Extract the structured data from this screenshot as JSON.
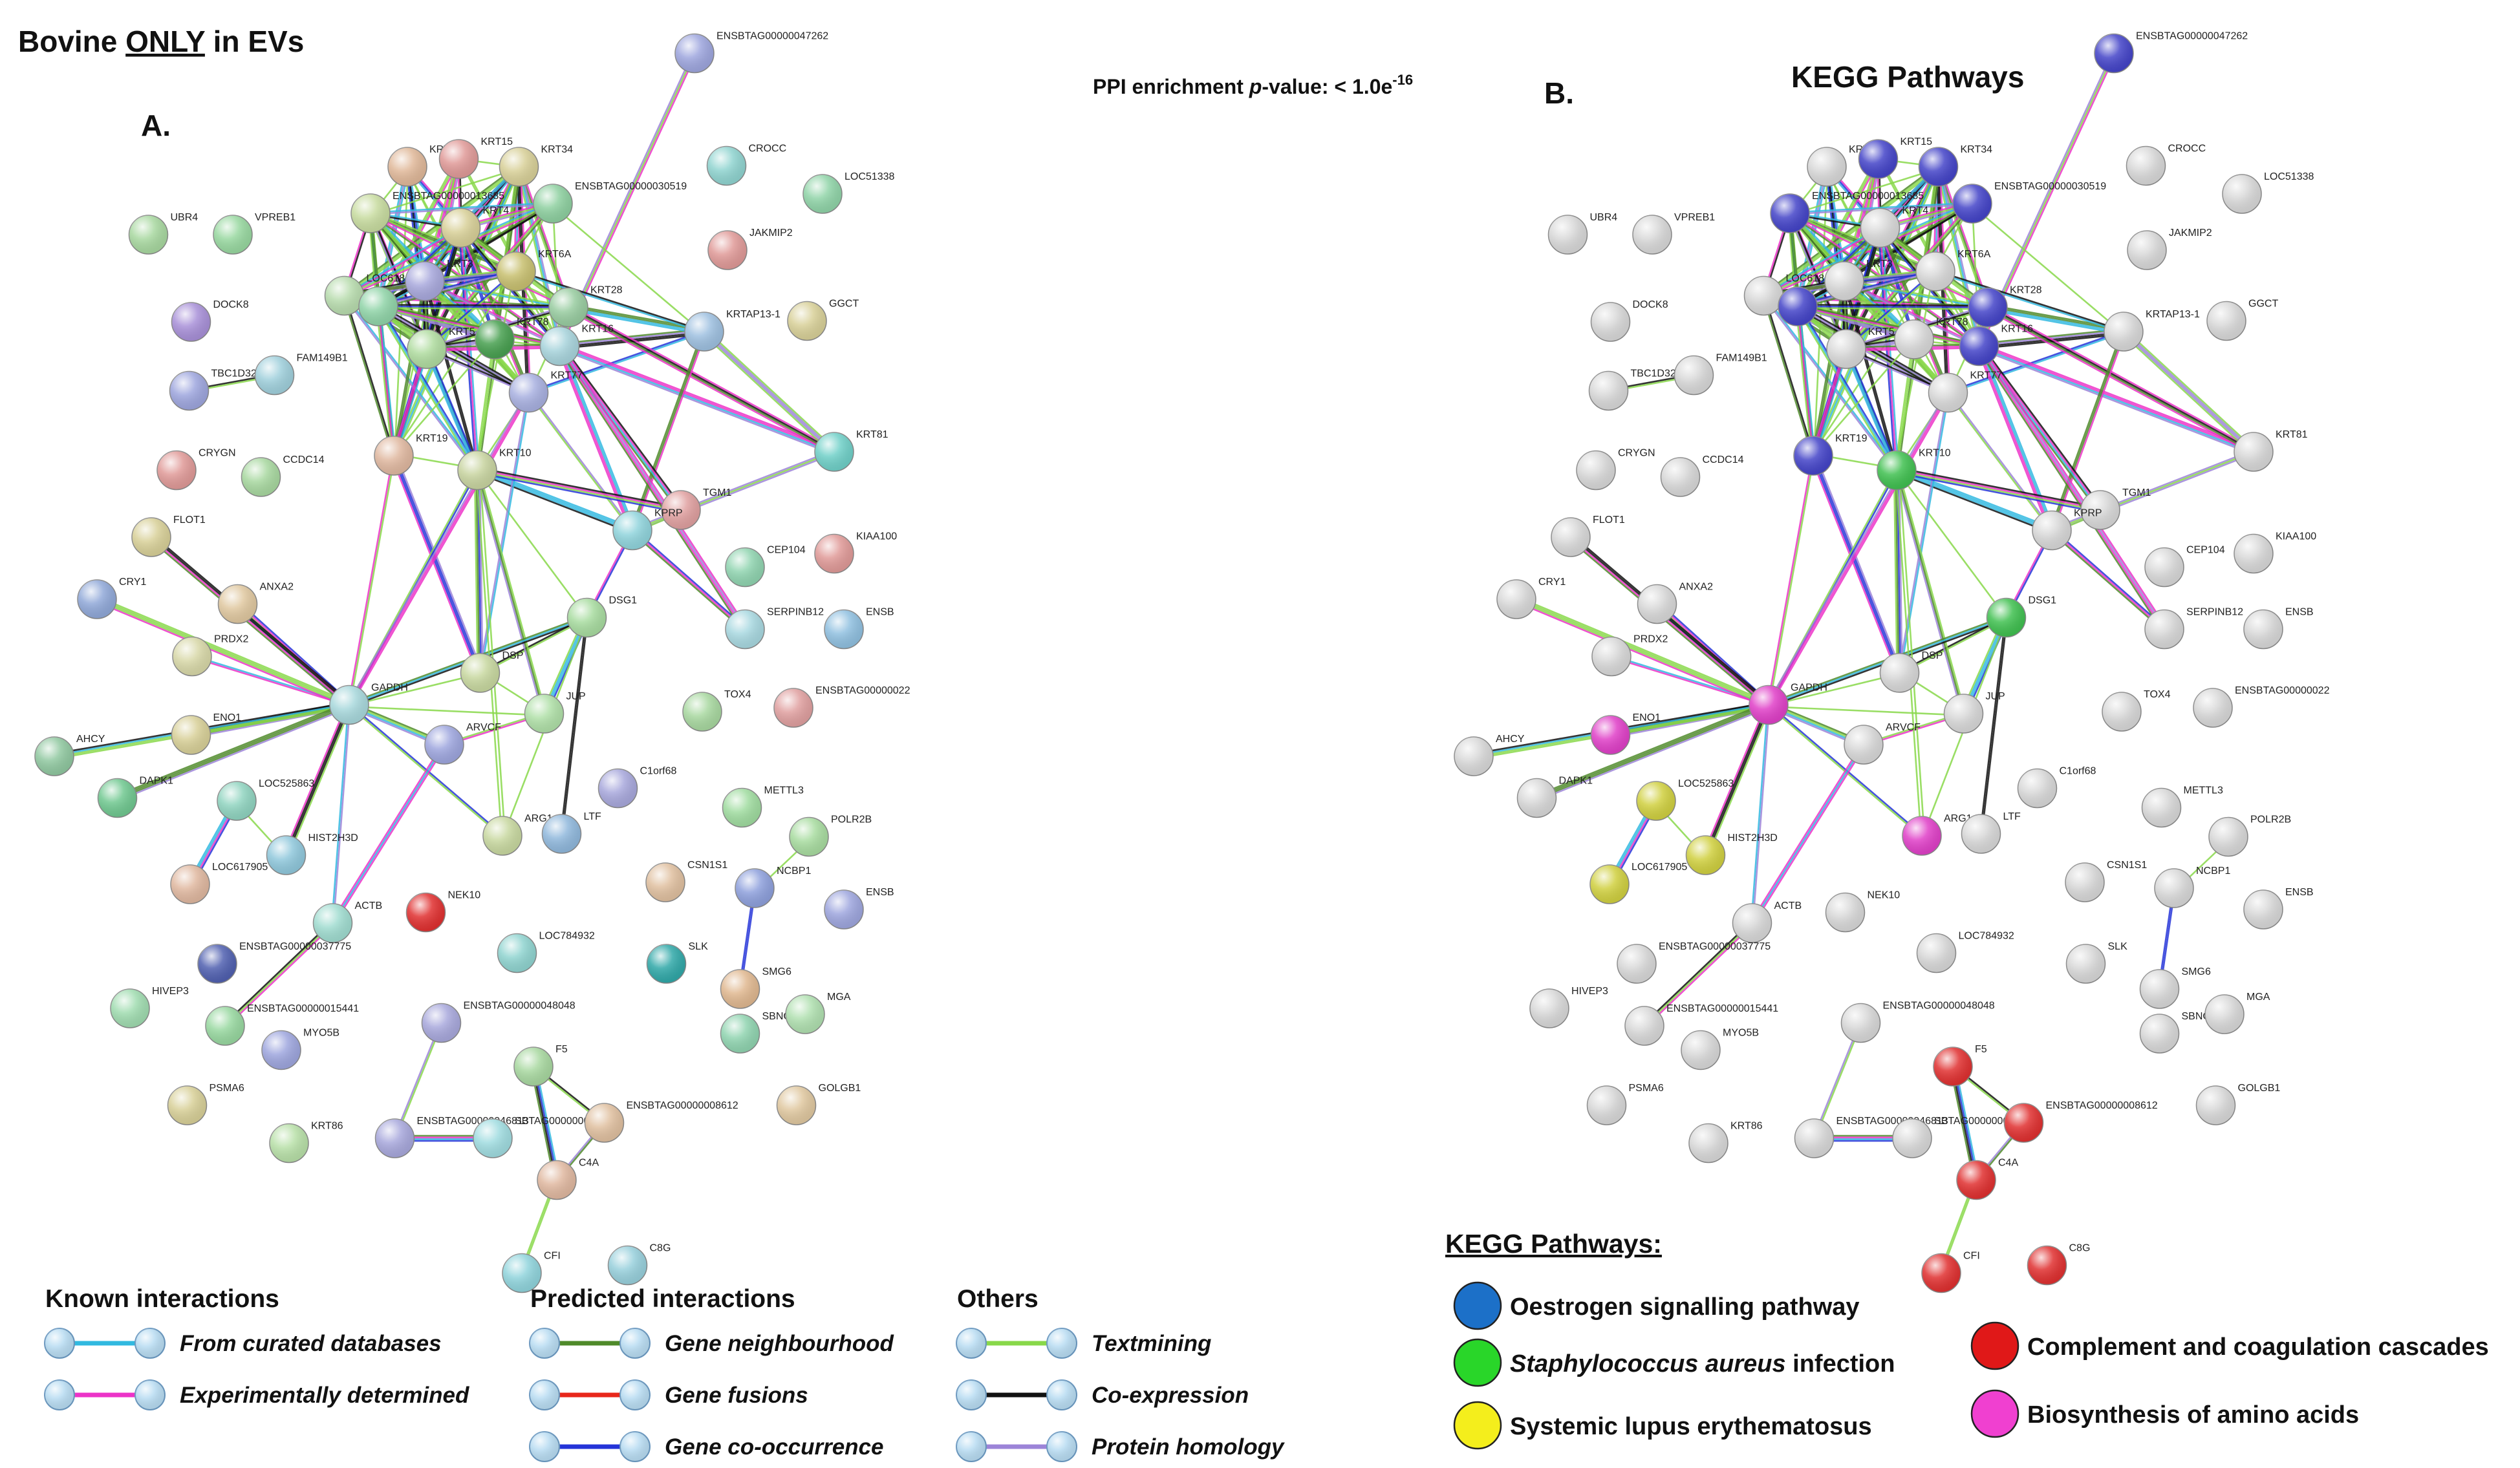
{
  "figure": {
    "main_title": {
      "pre": "Bovine ",
      "underlined": "ONLY",
      "post": " in EVs"
    },
    "panel_a": "A.",
    "panel_b": "B.",
    "ppi": {
      "pre": "PPI enrichment ",
      "italic": "p",
      "mid": "-value: < 1.0e",
      "sup": "-16"
    },
    "kegg_title": "KEGG Pathways"
  },
  "nodes": [
    {
      "id": "ENSBTAG00000047262",
      "label": "ENSBTAG00000047262",
      "a": "#9ea6de",
      "b": "#4444c8"
    },
    {
      "id": "KRT20",
      "label": "KRT20",
      "a": "#e0b899",
      "b": "#d8d8d8"
    },
    {
      "id": "KRT15",
      "label": "KRT15",
      "a": "#e09a98",
      "b": "#4444c8"
    },
    {
      "id": "KRT34",
      "label": "KRT34",
      "a": "#d8d098",
      "b": "#4444c8"
    },
    {
      "id": "ENSBTAG00000013685",
      "label": "ENSBTAG00000013685",
      "a": "#c8dca0",
      "b": "#4444c8"
    },
    {
      "id": "ENSBTAG00000030519",
      "label": "ENSBTAG00000030519",
      "a": "#8ed0a0",
      "b": "#4444c8"
    },
    {
      "id": "KRT4",
      "label": "KRT4",
      "a": "#d8d098",
      "b": "#d8d8d8"
    },
    {
      "id": "LOC618455",
      "label": "LOC618455",
      "a": "#b8dcae",
      "b": "#d8d8d8"
    },
    {
      "id": "KRT3",
      "label": "KRT3",
      "a": "#a8a8dc",
      "b": "#d8d8d8"
    },
    {
      "id": "KRT6A",
      "label": "KRT6A",
      "a": "#c8c070",
      "b": "#d8d8d8"
    },
    {
      "id": "LOCX",
      "label": "",
      "a": "#90d4a8",
      "b": "#4444c8"
    },
    {
      "id": "KRT28",
      "label": "KRT28",
      "a": "#98cca0",
      "b": "#4444c8"
    },
    {
      "id": "KRT78",
      "label": "KRT78",
      "a": "#48a050",
      "b": "#d8d8d8"
    },
    {
      "id": "KRT5",
      "label": "KRT5",
      "a": "#b0dca0",
      "b": "#d8d8d8"
    },
    {
      "id": "KRT16",
      "label": "KRT16",
      "a": "#a8d4dc",
      "b": "#4444c8"
    },
    {
      "id": "KRT77",
      "label": "KRT77",
      "a": "#a8b0e0",
      "b": "#d8d8d8"
    },
    {
      "id": "KRT19",
      "label": "KRT19",
      "a": "#e0b8a0",
      "b": "#4444c8"
    },
    {
      "id": "KRT10",
      "label": "KRT10",
      "a": "#c8d4a0",
      "b": "#40c050"
    },
    {
      "id": "KRTAP13-1",
      "label": "KRTAP13-1",
      "a": "#9ec0e0",
      "b": "#d8d8d8"
    },
    {
      "id": "CROCC",
      "label": "CROCC",
      "a": "#90d4d0",
      "b": "#d8d8d8"
    },
    {
      "id": "LOC51338",
      "label": "LOC51338",
      "a": "#90d4a8",
      "b": "#d8d8d8"
    },
    {
      "id": "JAKMIP2",
      "label": "JAKMIP2",
      "a": "#e09a98",
      "b": "#d8d8d8"
    },
    {
      "id": "GGCT",
      "label": "GGCT",
      "a": "#d8d098",
      "b": "#d8d8d8"
    },
    {
      "id": "UBR4",
      "label": "UBR4",
      "a": "#a8d8a0",
      "b": "#d8d8d8"
    },
    {
      "id": "VPREB1",
      "label": "VPREB1",
      "a": "#98d8a0",
      "b": "#d8d8d8"
    },
    {
      "id": "DOCK8",
      "label": "DOCK8",
      "a": "#a890d8",
      "b": "#d8d8d8"
    },
    {
      "id": "TBC1D32",
      "label": "TBC1D32",
      "a": "#9ea6de",
      "b": "#d8d8d8"
    },
    {
      "id": "FAM149B1",
      "label": "FAM149B1",
      "a": "#a0d0dc",
      "b": "#d8d8d8"
    },
    {
      "id": "CRYGN",
      "label": "CRYGN",
      "a": "#e09a98",
      "b": "#d8d8d8"
    },
    {
      "id": "CCDC14",
      "label": "CCDC14",
      "a": "#a8d8a0",
      "b": "#d8d8d8"
    },
    {
      "id": "KRT81",
      "label": "KRT81",
      "a": "#70d0c8",
      "b": "#d8d8d8"
    },
    {
      "id": "TGM1",
      "label": "TGM1",
      "a": "#e0a0a0",
      "b": "#d8d8d8"
    },
    {
      "id": "KPRP",
      "label": "KPRP",
      "a": "#90d4dc",
      "b": "#d8d8d8"
    },
    {
      "id": "FLOT1",
      "label": "FLOT1",
      "a": "#d8d098",
      "b": "#d8d8d8"
    },
    {
      "id": "CEP104",
      "label": "CEP104",
      "a": "#90d4b0",
      "b": "#d8d8d8"
    },
    {
      "id": "KIAA100",
      "label": "KIAA100",
      "a": "#e09a98",
      "b": "#d8d8d8"
    },
    {
      "id": "CRY1",
      "label": "CRY1",
      "a": "#90a8d8",
      "b": "#d8d8d8"
    },
    {
      "id": "ANXA2",
      "label": "ANXA2",
      "a": "#e0c8a0",
      "b": "#d8d8d8"
    },
    {
      "id": "DSG1",
      "label": "DSG1",
      "a": "#a8dca0",
      "b": "#40c050"
    },
    {
      "id": "SERPINB12",
      "label": "SERPINB12",
      "a": "#a8d8e0",
      "b": "#d8d8d8"
    },
    {
      "id": "ENSB_1",
      "label": "ENSB",
      "a": "#90c0e0",
      "b": "#d8d8d8"
    },
    {
      "id": "PRDX2",
      "label": "PRDX2",
      "a": "#d8d8a8",
      "b": "#d8d8d8"
    },
    {
      "id": "DSP",
      "label": "DSP",
      "a": "#c8d8a0",
      "b": "#d8d8d8"
    },
    {
      "id": "GAPDH",
      "label": "GAPDH",
      "a": "#a8d8dc",
      "b": "#e040c8"
    },
    {
      "id": "JUP",
      "label": "JUP",
      "a": "#b0e0a8",
      "b": "#d8d8d8"
    },
    {
      "id": "ENO1",
      "label": "ENO1",
      "a": "#d8d098",
      "b": "#e040c8"
    },
    {
      "id": "AHCY",
      "label": "AHCY",
      "a": "#90c8a0",
      "b": "#d8d8d8"
    },
    {
      "id": "TOX4",
      "label": "TOX4",
      "a": "#a8d8a0",
      "b": "#d8d8d8"
    },
    {
      "id": "ENSBTAG00000022",
      "label": "ENSBTAG00000022",
      "a": "#e0a0a0",
      "b": "#d8d8d8"
    },
    {
      "id": "ARVCF",
      "label": "ARVCF",
      "a": "#9ea6de",
      "b": "#d8d8d8"
    },
    {
      "id": "C1orf68",
      "label": "C1orf68",
      "a": "#a8a8dc",
      "b": "#d8d8d8"
    },
    {
      "id": "DAPK1",
      "label": "DAPK1",
      "a": "#70c890",
      "b": "#d8d8d8"
    },
    {
      "id": "LOC525863",
      "label": "LOC525863",
      "a": "#90d4c0",
      "b": "#d0d040"
    },
    {
      "id": "METTL3",
      "label": "METTL3",
      "a": "#a0dca0",
      "b": "#d8d8d8"
    },
    {
      "id": "POLR2B",
      "label": "POLR2B",
      "a": "#a8dca0",
      "b": "#d8d8d8"
    },
    {
      "id": "HIST2H3D",
      "label": "HIST2H3D",
      "a": "#90c8dc",
      "b": "#d0d040"
    },
    {
      "id": "ARG1",
      "label": "ARG1",
      "a": "#c8d8a0",
      "b": "#e040c8"
    },
    {
      "id": "LTF",
      "label": "LTF",
      "a": "#90b8dc",
      "b": "#d8d8d8"
    },
    {
      "id": "LOC617905",
      "label": "LOC617905",
      "a": "#e0b8a0",
      "b": "#d0d040"
    },
    {
      "id": "CSN1S1",
      "label": "CSN1S1",
      "a": "#e0c0a0",
      "b": "#d8d8d8"
    },
    {
      "id": "NCBP1",
      "label": "NCBP1",
      "a": "#8ea0dc",
      "b": "#d8d8d8"
    },
    {
      "id": "ENSB_2",
      "label": "ENSB",
      "a": "#9ea6de",
      "b": "#d8d8d8"
    },
    {
      "id": "ACTB",
      "label": "ACTB",
      "a": "#a0dcd0",
      "b": "#d8d8d8"
    },
    {
      "id": "NEK10",
      "label": "NEK10",
      "a": "#e03030",
      "b": "#d8d8d8"
    },
    {
      "id": "LOC784932",
      "label": "LOC784932",
      "a": "#90d4d0",
      "b": "#d8d8d8"
    },
    {
      "id": "ENSBTAG00000037775",
      "label": "ENSBTAG00000037775",
      "a": "#5060b0",
      "b": "#d8d8d8"
    },
    {
      "id": "SLK",
      "label": "SLK",
      "a": "#30a8a8",
      "b": "#d8d8d8"
    },
    {
      "id": "SMG6",
      "label": "SMG6",
      "a": "#e0b890",
      "b": "#d8d8d8"
    },
    {
      "id": "HIVEP3",
      "label": "HIVEP3",
      "a": "#a0dcb0",
      "b": "#d8d8d8"
    },
    {
      "id": "ENSBTAG00000015441",
      "label": "ENSBTAG00000015441",
      "a": "#98d8a0",
      "b": "#d8d8d8"
    },
    {
      "id": "ENSBTAG00000048048",
      "label": "ENSBTAG00000048048",
      "a": "#a8a8dc",
      "b": "#d8d8d8"
    },
    {
      "id": "SBNO1",
      "label": "SBNO1",
      "a": "#90d4b0",
      "b": "#d8d8d8"
    },
    {
      "id": "MGA",
      "label": "MGA",
      "a": "#b0e0b0",
      "b": "#d8d8d8"
    },
    {
      "id": "MYO5B",
      "label": "MYO5B",
      "a": "#9ea6de",
      "b": "#d8d8d8"
    },
    {
      "id": "F5",
      "label": "F5",
      "a": "#a8d8a0",
      "b": "#e03030"
    },
    {
      "id": "PSMA6",
      "label": "PSMA6",
      "a": "#d8d098",
      "b": "#d8d8d8"
    },
    {
      "id": "GOLGB1",
      "label": "GOLGB1",
      "a": "#e0c8a0",
      "b": "#d8d8d8"
    },
    {
      "id": "ENSBTAG00000046813",
      "label": "ENSBTAG00000046813",
      "a": "#a8a8dc",
      "b": "#d8d8d8"
    },
    {
      "id": "SBTAG00000003408",
      "label": "SBTAG00000003408",
      "a": "#a0dce0",
      "b": "#d8d8d8"
    },
    {
      "id": "ENSBTAG00000008612",
      "label": "ENSBTAG00000008612",
      "a": "#e0c0a0",
      "b": "#e03030"
    },
    {
      "id": "KRT86",
      "label": "KRT86",
      "a": "#b8e0a8",
      "b": "#d8d8d8"
    },
    {
      "id": "C4A",
      "label": "C4A",
      "a": "#e0b8a0",
      "b": "#e03030"
    },
    {
      "id": "CFI",
      "label": "CFI",
      "a": "#90d4dc",
      "b": "#e03030"
    },
    {
      "id": "C8G",
      "label": "C8G",
      "a": "#98d0dc",
      "b": "#e03030"
    }
  ],
  "legend_left": {
    "groups": [
      {
        "heading": "Known interactions",
        "items": [
          {
            "label": "From curated databases",
            "color": "#31b9e0"
          },
          {
            "label": "Experimentally  determined",
            "color": "#ec33c8"
          }
        ]
      },
      {
        "heading": "Predicted interactions",
        "items": [
          {
            "label": "Gene neighbourhood",
            "color": "#4f8a2a"
          },
          {
            "label": "Gene fusions",
            "color": "#e8271b"
          },
          {
            "label": "Gene co-occurrence",
            "color": "#2434d8"
          }
        ]
      },
      {
        "heading": "Others",
        "items": [
          {
            "label": "Textmining",
            "color": "#88d84a"
          },
          {
            "label": "Co-expression",
            "color": "#111111"
          },
          {
            "label": "Protein homology",
            "color": "#9c84d8"
          }
        ]
      }
    ]
  },
  "kegg_legend": {
    "heading": "KEGG Pathways:",
    "items": [
      {
        "pre": "",
        "italic": "",
        "post": "Oestrogen signalling pathway",
        "color": "#1c70c8"
      },
      {
        "pre": "",
        "italic": "Staphylococcus aureus",
        "post": " infection",
        "color": "#29d629"
      },
      {
        "pre": "",
        "italic": "",
        "post": "Systemic lupus erythematosus",
        "color": "#f4ee1c"
      },
      {
        "pre": "",
        "italic": "",
        "post": "Complement and coagulation cascades",
        "color": "#e01818"
      },
      {
        "pre": "",
        "italic": "",
        "post": "Biosynthesis of amino acids",
        "color": "#f040d0"
      }
    ]
  }
}
